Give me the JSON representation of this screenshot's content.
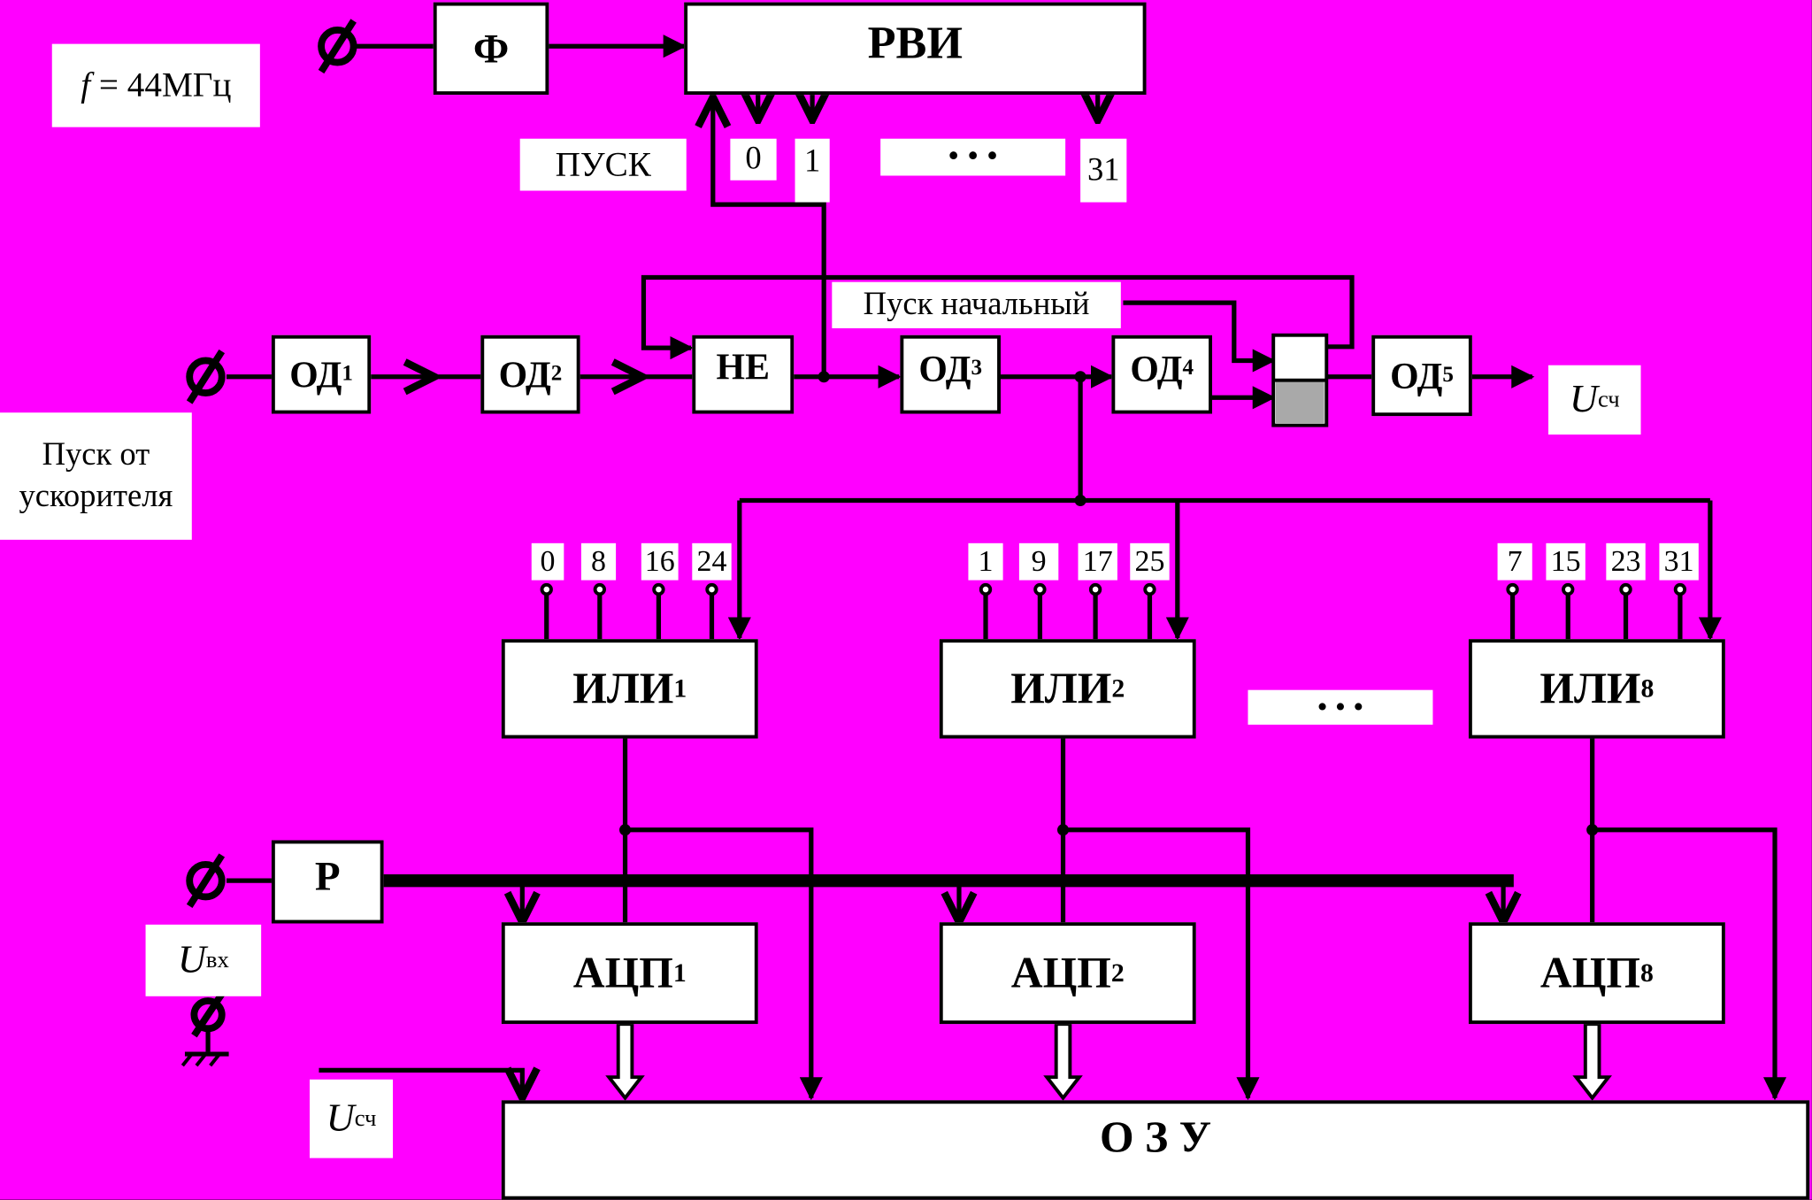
{
  "frequency_label": {
    "symbol": "f",
    "text": "= 44МГц"
  },
  "blocks": {
    "phi": "Ф",
    "rvi": "РВИ",
    "od1": {
      "main": "ОД",
      "sub": "1"
    },
    "od2": {
      "main": "ОД",
      "sub": "2"
    },
    "ne": "НЕ",
    "od3": {
      "main": "ОД",
      "sub": "3"
    },
    "od4": {
      "main": "ОД",
      "sub": "4"
    },
    "od5": {
      "main": "ОД",
      "sub": "5"
    },
    "or1": {
      "main": "ИЛИ",
      "sub": "1"
    },
    "or2": {
      "main": "ИЛИ",
      "sub": "2"
    },
    "or8": {
      "main": "ИЛИ",
      "sub": "8"
    },
    "r": "Р",
    "adc1": {
      "main": "АЦП",
      "sub": "1"
    },
    "adc2": {
      "main": "АЦП",
      "sub": "2"
    },
    "adc8": {
      "main": "АЦП",
      "sub": "8"
    },
    "ozu": "О З У"
  },
  "labels": {
    "start": "ПУСК",
    "rvi_outputs": [
      "0",
      "1",
      "31"
    ],
    "ellipsis": "•   •   •",
    "initial_start": "Пуск начальный",
    "accel_start_line1": "Пуск от",
    "accel_start_line2": "ускорителя",
    "u_sch": {
      "main": "U",
      "sub": "сч"
    },
    "u_in": {
      "main": "U",
      "sub": "вх"
    }
  },
  "or_inputs": {
    "or1": [
      "0",
      "8",
      "16",
      "24"
    ],
    "or2": [
      "1",
      "9",
      "17",
      "25"
    ],
    "or8": [
      "7",
      "15",
      "23",
      "31"
    ]
  }
}
